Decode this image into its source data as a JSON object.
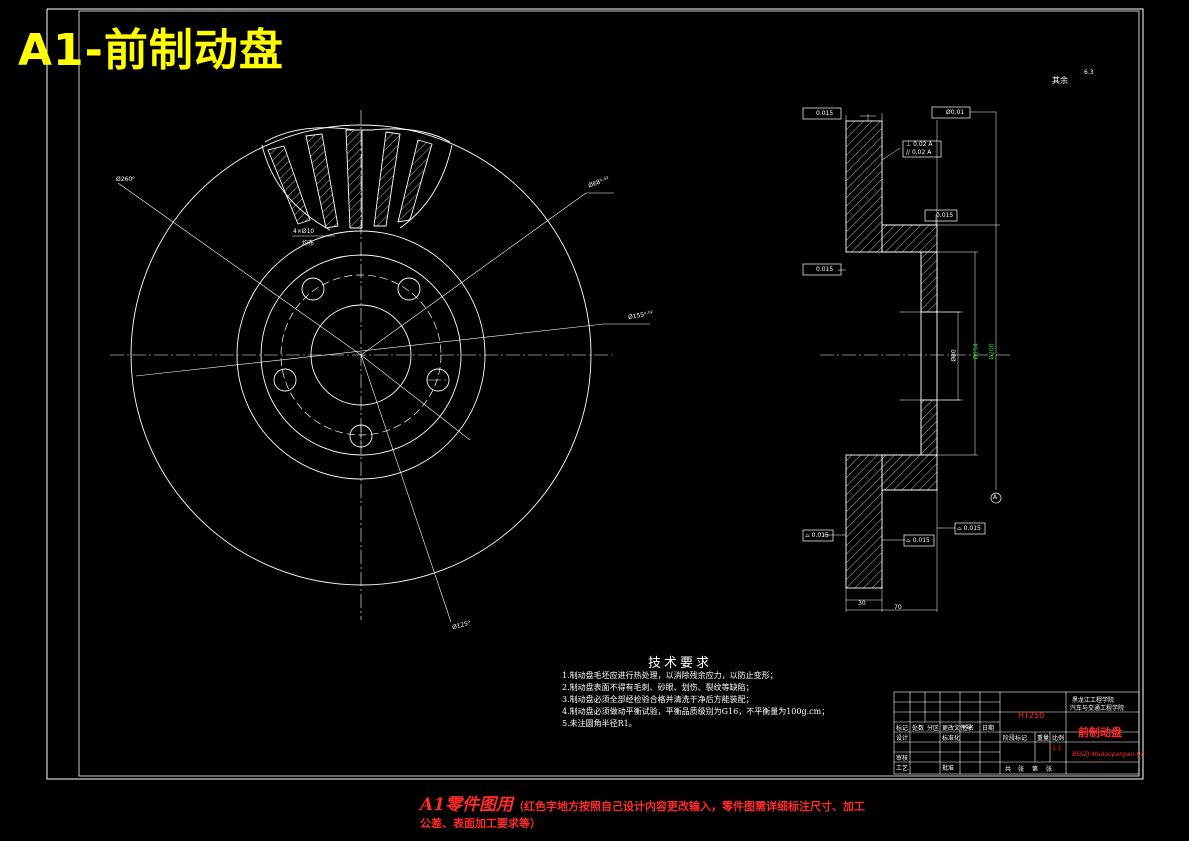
{
  "title": "A1-前制动盘",
  "surface_finish_note": "其余",
  "surface_finish_value": "6.3",
  "dimensions": {
    "outer_diameter": "Ø260⁰",
    "hub_bore": "Ø68⁰·⁰²",
    "flange": "Ø155⁰·⁰²",
    "bolt_circle": "Ø125⁰",
    "vent_label": "4×Ø10",
    "vent_sub": "均布",
    "dia_154": "Ø154",
    "dia_200": "Ø200",
    "dia_80": "Ø80",
    "width_30": "30",
    "width_70": "70"
  },
  "tolerance_frames": {
    "flatness_top_left": "0.015",
    "flatness_mid_left": "0.015",
    "position_top": "Ø0.01",
    "parallel_1": "⊥ 0.02 A",
    "parallel_2": "// 0.02 A",
    "mid_right": "0.015",
    "bottom_left": "⌓ 0.015",
    "bottom_mid": "⌓ 0.015",
    "bottom_right": "⌓ 0.015",
    "datum": "A"
  },
  "tech_requirements": {
    "heading": "技术要求",
    "items": [
      "1.制动盘毛坯应进行热处理，以消除残余应力，以防止变形；",
      "2.制动盘表面不得有毛刺、砂眼、划伤、裂纹等缺陷；",
      "3.制动盘必须全部经检验合格并清洗干净后方能装配；",
      "4.制动盘必须做动平衡试验，平衡品质级别为G16，不平衡量为100g.cm；",
      "5.未注圆角半径R1。"
    ]
  },
  "title_block": {
    "material": "HT250",
    "school": "黑龙江工程学院",
    "school_sub": "汽车与交通工程学院",
    "part_name": "前制动盘",
    "drawing_no": "BSSZJ-Mudanpanpan-01",
    "labels": [
      "标记",
      "处数",
      "分区",
      "更改文件号",
      "签名",
      "日期",
      "设计",
      "标准化",
      "审核",
      "工艺",
      "批准",
      "阶段标记",
      "重量",
      "比例",
      "共",
      "张",
      "第",
      "张"
    ],
    "scale": "1:1"
  },
  "footer": {
    "main": "A1零件图用",
    "note_line1": "（红色字地方按照自己设计内容更改输入，零件图需详细标注尺寸、加工",
    "note_line2": "公差、表面加工要求等）"
  },
  "colors": {
    "background": "#000000",
    "lines": "#ffffff",
    "title": "#ffff00",
    "red_text": "#ff2a2a",
    "green_dim": "#22dd22"
  }
}
